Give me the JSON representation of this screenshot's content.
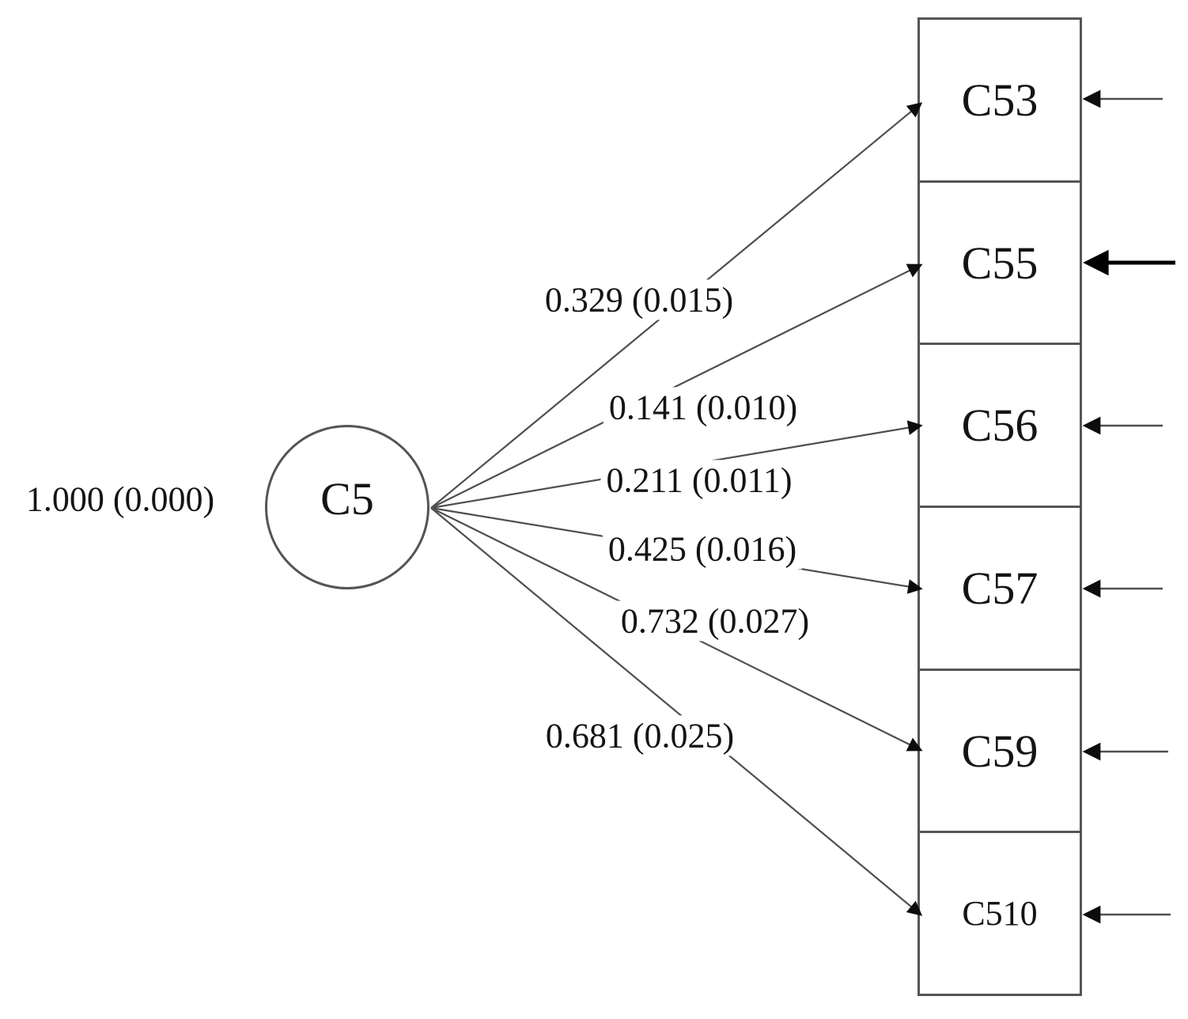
{
  "figure": {
    "latent_variable": {
      "label": "C5",
      "variance": "1.000 (0.000)"
    },
    "indicators": [
      {
        "label": "C53",
        "loading": "0.329 (0.015)"
      },
      {
        "label": "C55",
        "loading": "0.141 (0.010)"
      },
      {
        "label": "C56",
        "loading": "0.211 (0.011)"
      },
      {
        "label": "C57",
        "loading": "0.425 (0.016)"
      },
      {
        "label": "C59",
        "loading": "0.732 (0.027)"
      },
      {
        "label": "C510",
        "loading": "0.681 (0.025)"
      }
    ],
    "colors": {
      "line": "#4f4f4f",
      "border": "#555555",
      "text": "#141414",
      "arrowhead": "#0d0d0d",
      "thick_arrow": "#000000"
    }
  }
}
